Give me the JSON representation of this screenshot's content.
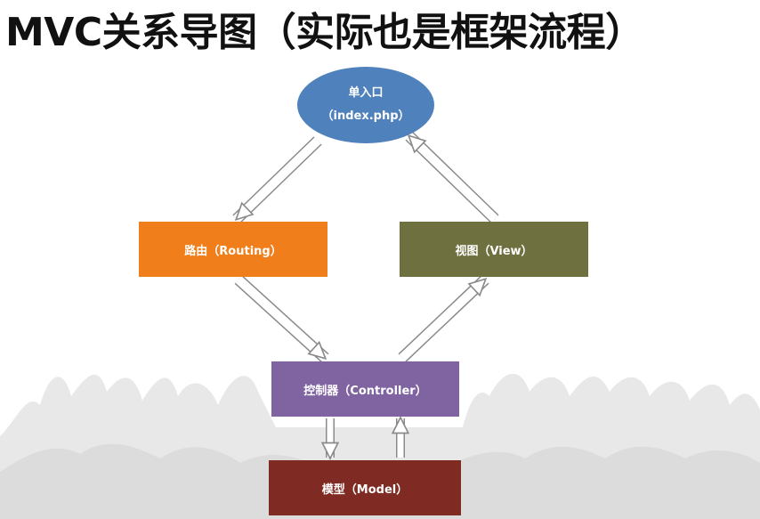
{
  "title": "MVC关系导图（实际也是框架流程）",
  "nodes": {
    "entry_line1": "单入口",
    "entry_line2": "（index.php）",
    "router": "路由（Routing）",
    "view": "视图（View）",
    "controller": "控制器（Controller）",
    "model": "模型（Model）"
  },
  "colors": {
    "entry": "#4f81bd",
    "router": "#f07f1b",
    "view": "#6f703f",
    "controller": "#8064a2",
    "model": "#7f2a22",
    "arrow_stroke": "#8a8a8a",
    "crowd": "#e6e6e6"
  },
  "flows": [
    "entry-to-router",
    "router-to-controller",
    "controller-to-view",
    "view-to-entry",
    "controller-to-model",
    "model-to-controller"
  ]
}
